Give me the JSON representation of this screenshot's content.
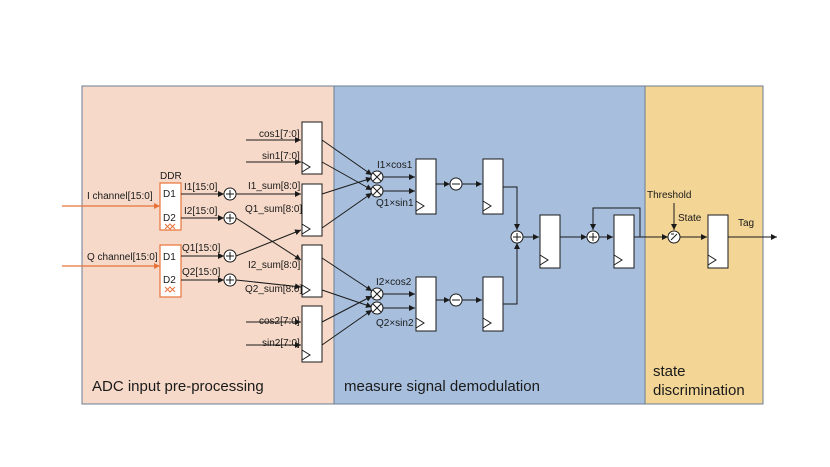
{
  "sections": {
    "adc": "ADC input pre-processing",
    "demod": "measure signal demodulation",
    "state_line1": "state",
    "state_line2": "discrimination"
  },
  "colors": {
    "adc_bg": "#f6d9c8",
    "demod_bg": "#a7bfdd",
    "state_bg": "#f3d595",
    "border": "#6b7d93",
    "input_arrow": "#e8733a",
    "ddr_box": "#e8733a"
  },
  "inputs": {
    "i_channel": "I channel[15:0]",
    "q_channel": "Q channel[15:0]"
  },
  "ddr": {
    "title": "DDR",
    "d1": "D1",
    "d2": "D2"
  },
  "signals": {
    "i1": "I1[15:0]",
    "i2": "I2[15:0]",
    "q1": "Q1[15:0]",
    "q2": "Q2[15:0]",
    "i1_sum": "I1_sum[8:0]",
    "q1_sum": "Q1_sum[8:0]",
    "i2_sum": "I2_sum[8:0]",
    "q2_sum": "Q2_sum[8:0]",
    "cos1": "cos1[7:0]",
    "sin1": "sin1[7:0]",
    "cos2": "cos2[7:0]",
    "sin2": "sin2[7:0]",
    "i1cos1": "I1×cos1",
    "q1sin1": "Q1×sin1",
    "i2cos2": "I2×cos2",
    "q2sin2": "Q2×sin2",
    "threshold": "Threshold",
    "state": "State",
    "tag": "Tag"
  }
}
